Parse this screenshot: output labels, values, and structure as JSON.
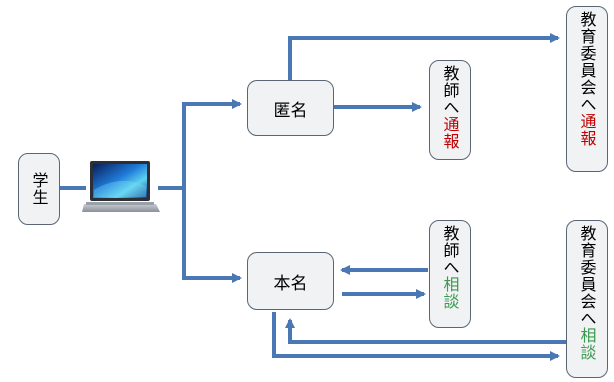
{
  "nodes": {
    "student": "学生",
    "anonymous": "匿名",
    "real_name": "本名",
    "teacher_report": {
      "prefix": "教師へ",
      "action": "通報"
    },
    "board_report": {
      "prefix": "教育委員会へ",
      "action": "通報"
    },
    "teacher_consult": {
      "prefix": "教師へ",
      "action": "相談"
    },
    "board_consult": {
      "prefix": "教育委員会へ",
      "action": "相談"
    }
  },
  "colors": {
    "arrow": "#4a78b5",
    "report_text": "#c00000",
    "consult_text": "#3a9a50",
    "node_border": "#5a6675",
    "node_fill": "#f1f2f4"
  },
  "icons": [
    "laptop-icon"
  ]
}
